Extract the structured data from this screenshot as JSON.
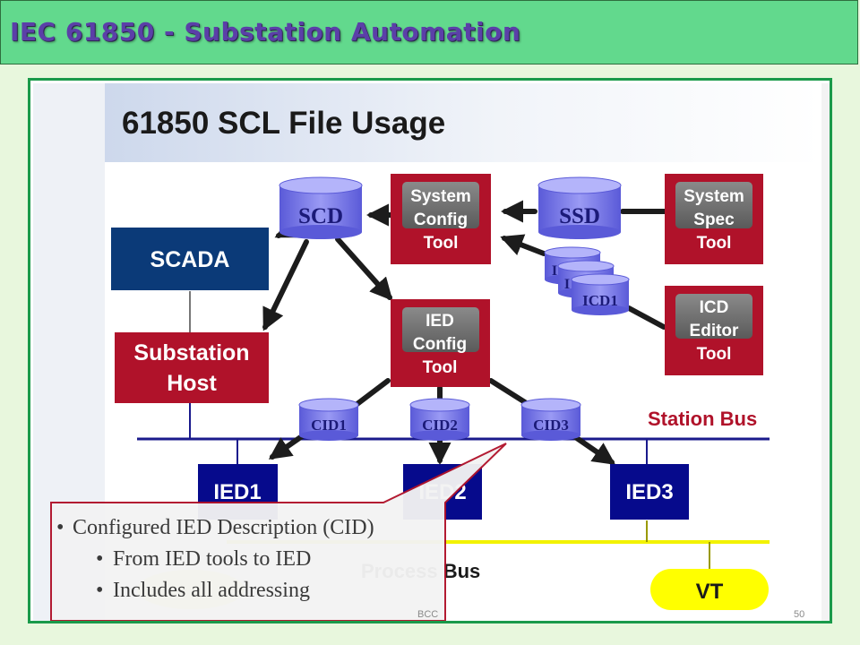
{
  "header": {
    "title": "IEC 61850 - Substation Automation"
  },
  "slide": {
    "heading": "61850 SCL File Usage",
    "nodes": {
      "scd": "SCD",
      "system_config_tool": [
        "System",
        "Config",
        "Tool"
      ],
      "ssd": "SSD",
      "system_spec_tool": [
        "System",
        "Spec",
        "Tool"
      ],
      "scada": "SCADA",
      "icd_stack": [
        "I",
        "I",
        "ICD1"
      ],
      "ied_config_tool": [
        "IED",
        "Config",
        "Tool"
      ],
      "icd_editor_tool": [
        "ICD",
        "Editor",
        "Tool"
      ],
      "substation_host": [
        "Substation",
        "Host"
      ],
      "cid1": "CID1",
      "cid2": "CID2",
      "cid3": "CID3",
      "ied1": "IED1",
      "ied2": "IED2",
      "ied3": "IED3",
      "vt": "VT"
    },
    "station_bus_label": "Station Bus",
    "process_bus_label": "Process Bus",
    "callout": {
      "bullet": "Configured IED Description (CID)",
      "sub_bullets": [
        "From IED tools to IED",
        "Includes all addressing"
      ]
    }
  },
  "footer": {
    "left": "BCC",
    "page": "50"
  },
  "colors": {
    "title_bar": "#62d98d",
    "title_text": "#5b3fa8",
    "tool_red": "#b0122a",
    "scada_navy": "#0b3a78",
    "ied_blue": "#060a8c",
    "cylinder": "#7f7fe8",
    "bus_navy": "#1a1a8c",
    "station_bus_label": "#b0122a",
    "process_bus_yellow": "#ffff00",
    "frame_border": "#1a9a4a"
  }
}
